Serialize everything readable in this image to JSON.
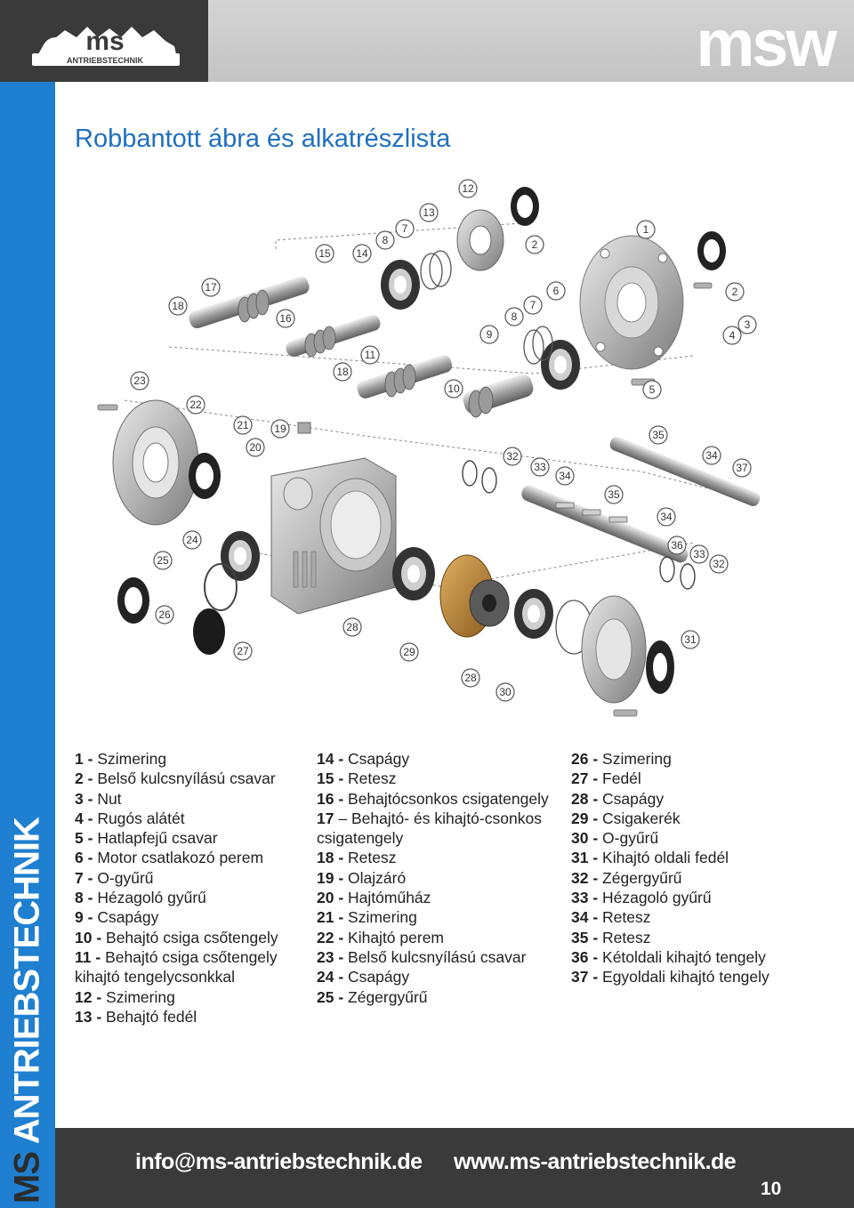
{
  "header": {
    "logo_text": "ms",
    "logo_subtext": "ANTRIEBSTECHNIK",
    "brand_right": "msw"
  },
  "sidebar": {
    "brand_part1": "MS",
    "brand_part2": "ANTRIEBSTECHNIK"
  },
  "title": "Robbantott ábra és alkatrészlista",
  "diagram": {
    "callouts": [
      "1",
      "2",
      "3",
      "4",
      "5",
      "6",
      "7",
      "8",
      "9",
      "10",
      "11",
      "12",
      "13",
      "14",
      "15",
      "16",
      "17",
      "18",
      "19",
      "20",
      "21",
      "22",
      "23",
      "24",
      "25",
      "26",
      "27",
      "28",
      "29",
      "30",
      "31",
      "32",
      "33",
      "34",
      "35",
      "36",
      "37"
    ]
  },
  "parts": {
    "col1": [
      {
        "num": "1 -",
        "name": "Szimering"
      },
      {
        "num": "2 -",
        "name": "Belső kulcsnyílású csavar"
      },
      {
        "num": "3 -",
        "name": "Nut"
      },
      {
        "num": "4 -",
        "name": "Rugós alátét"
      },
      {
        "num": "5 -",
        "name": "Hatlapfejű csavar"
      },
      {
        "num": "6 -",
        "name": "Motor csatlakozó perem"
      },
      {
        "num": "7 -",
        "name": "O-gyűrű"
      },
      {
        "num": "8 -",
        "name": "Hézagoló gyűrű"
      },
      {
        "num": "9 -",
        "name": "Csapágy"
      },
      {
        "num": "10 -",
        "name": "Behajtó csiga csőtengely"
      },
      {
        "num": "11 -",
        "name": "Behajtó csiga csőtengely kihajtó tengelycsonkkal"
      },
      {
        "num": "12 -",
        "name": "Szimering"
      },
      {
        "num": "13 -",
        "name": "Behajtó fedél"
      }
    ],
    "col2": [
      {
        "num": "14 -",
        "name": "Csapágy"
      },
      {
        "num": "15 -",
        "name": "Retesz"
      },
      {
        "num": "16 -",
        "name": "Behajtócsonkos csigatengely"
      },
      {
        "num": "17",
        "name": "– Behajtó- és kihajtó-csonkos csigatengely"
      },
      {
        "num": "18 -",
        "name": "Retesz"
      },
      {
        "num": "19 -",
        "name": "Olajzáró"
      },
      {
        "num": "20 -",
        "name": "Hajtóműház"
      },
      {
        "num": "21 -",
        "name": "Szimering"
      },
      {
        "num": "22 -",
        "name": "Kihajtó perem"
      },
      {
        "num": "23 -",
        "name": "Belső kulcsnyílású csavar"
      },
      {
        "num": "24 -",
        "name": "Csapágy"
      },
      {
        "num": "25 -",
        "name": "Zégergyűrű"
      }
    ],
    "col3": [
      {
        "num": "26 -",
        "name": "Szimering"
      },
      {
        "num": "27 -",
        "name": "Fedél"
      },
      {
        "num": "28 -",
        "name": "Csapágy"
      },
      {
        "num": "29 -",
        "name": "Csigakerék"
      },
      {
        "num": "30 -",
        "name": "O-gyűrű"
      },
      {
        "num": "31 -",
        "name": "Kihajtó oldali fedél"
      },
      {
        "num": "32 -",
        "name": "Zégergyűrű"
      },
      {
        "num": "33 -",
        "name": "Hézagoló gyűrű"
      },
      {
        "num": "34 -",
        "name": "Retesz"
      },
      {
        "num": "35 -",
        "name": "Retesz"
      },
      {
        "num": "36 -",
        "name": "Kétoldali kihajtó tengely"
      },
      {
        "num": "37 -",
        "name": "Egyoldali kihajtó tengely"
      }
    ]
  },
  "footer": {
    "email": "info@ms-antriebstechnik.de",
    "website": "www.ms-antriebstechnik.de",
    "page_number": "10"
  }
}
